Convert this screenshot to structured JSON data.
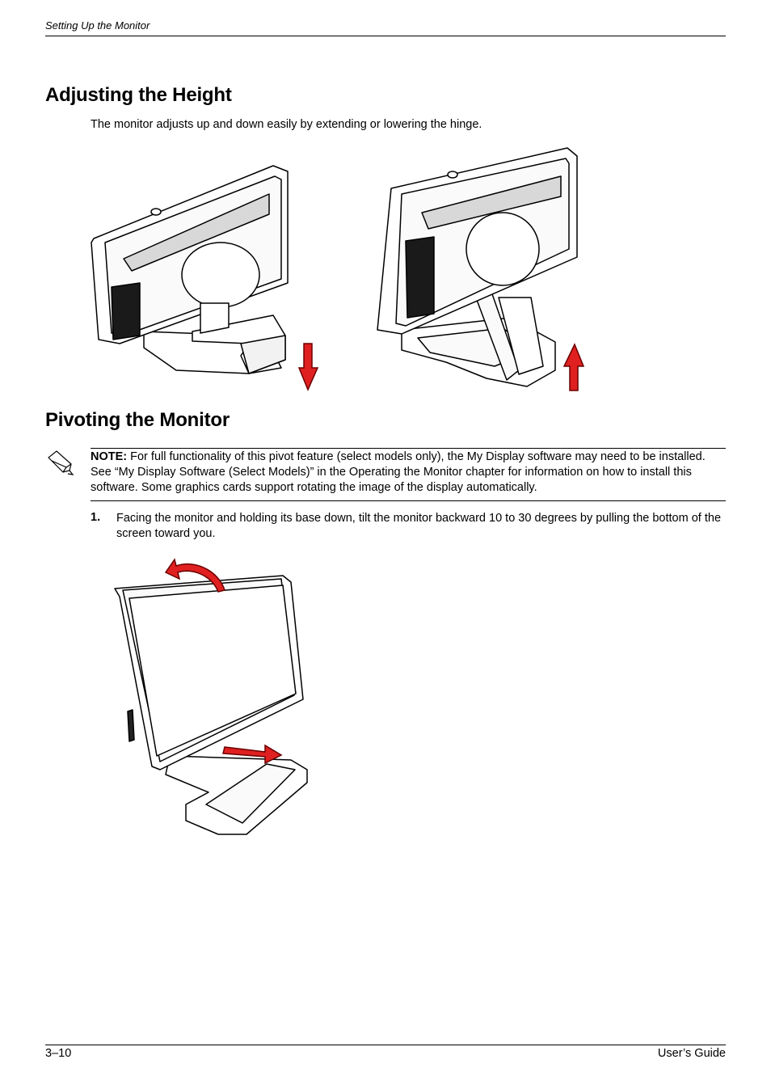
{
  "header": {
    "running_title": "Setting Up the Monitor"
  },
  "section_height": {
    "title": "Adjusting the Height",
    "body": "The monitor adjusts up and down easily by extending or lowering the hinge."
  },
  "section_pivot": {
    "title": "Pivoting the Monitor",
    "note_label": "NOTE:",
    "note_text": "For full functionality of this pivot feature (select models only), the My Display software may need to be installed. See “My Display Software (Select Models)” in the Operating the Monitor chapter for information on how to install this software. Some graphics cards support rotating the image of the display automatically.",
    "steps": [
      {
        "number": "1.",
        "text": "Facing the monitor and holding its base down, tilt the monitor backward 10 to 30 degrees by pulling the bottom of the screen toward you."
      }
    ]
  },
  "footer": {
    "page_number": "3–10",
    "guide_name": "User’s Guide"
  },
  "colors": {
    "arrow": "#e02020",
    "arrow_outline": "#6a0000"
  },
  "icons": {
    "note": "pencil-note-icon"
  }
}
